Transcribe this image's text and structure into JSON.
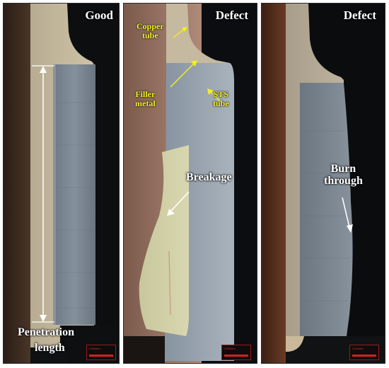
{
  "panels": [
    {
      "status": "Good",
      "annotation_main": "Penetration",
      "annotation_sub": "length",
      "scale_bar": "1.000mm"
    },
    {
      "status": "Defect",
      "label_copper": "Copper",
      "label_copper_sub": "tube",
      "label_filler": "Filler",
      "label_filler_sub": "metal",
      "label_sts": "STS",
      "label_sts_sub": "tube",
      "label_breakage": "Breakage",
      "scale_bar": "1.000mm"
    },
    {
      "status": "Defect",
      "label_burn": "Burn",
      "label_burn_sub": "through",
      "scale_bar": "1.000mm"
    }
  ],
  "colors": {
    "annotation_white": "#ffffff",
    "annotation_yellow": "#f4ef1e",
    "scale_bar_red": "#d81e1e"
  }
}
